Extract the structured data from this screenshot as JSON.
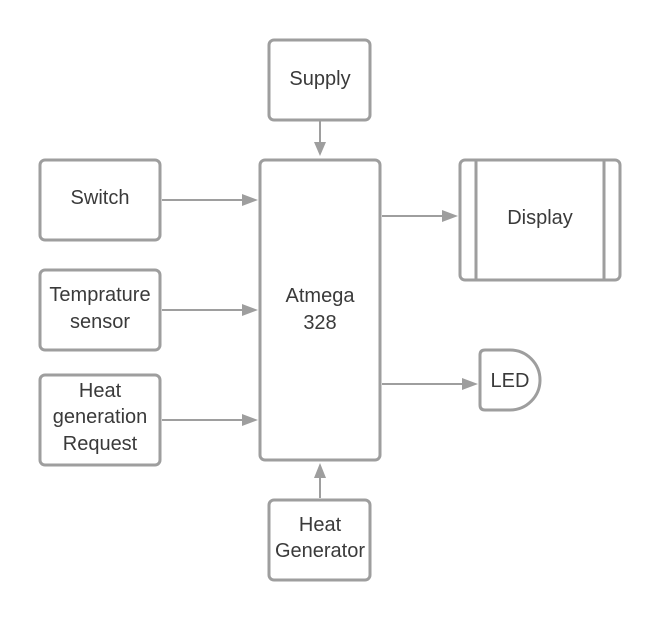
{
  "diagram": {
    "nodes": {
      "supply": "Supply",
      "switch": "Switch",
      "temp_sensor": {
        "line1": "Temprature",
        "line2": "sensor"
      },
      "heat_request": {
        "line1": "Heat",
        "line2": "generation",
        "line3": "Request"
      },
      "mcu": {
        "line1": "Atmega",
        "line2": "328"
      },
      "display": "Display",
      "led": "LED",
      "heat_generator": {
        "line1": "Heat",
        "line2": "Generator"
      }
    },
    "colors": {
      "stroke": "#9e9e9e",
      "text": "#3a3a3a",
      "background": "#ffffff"
    }
  }
}
